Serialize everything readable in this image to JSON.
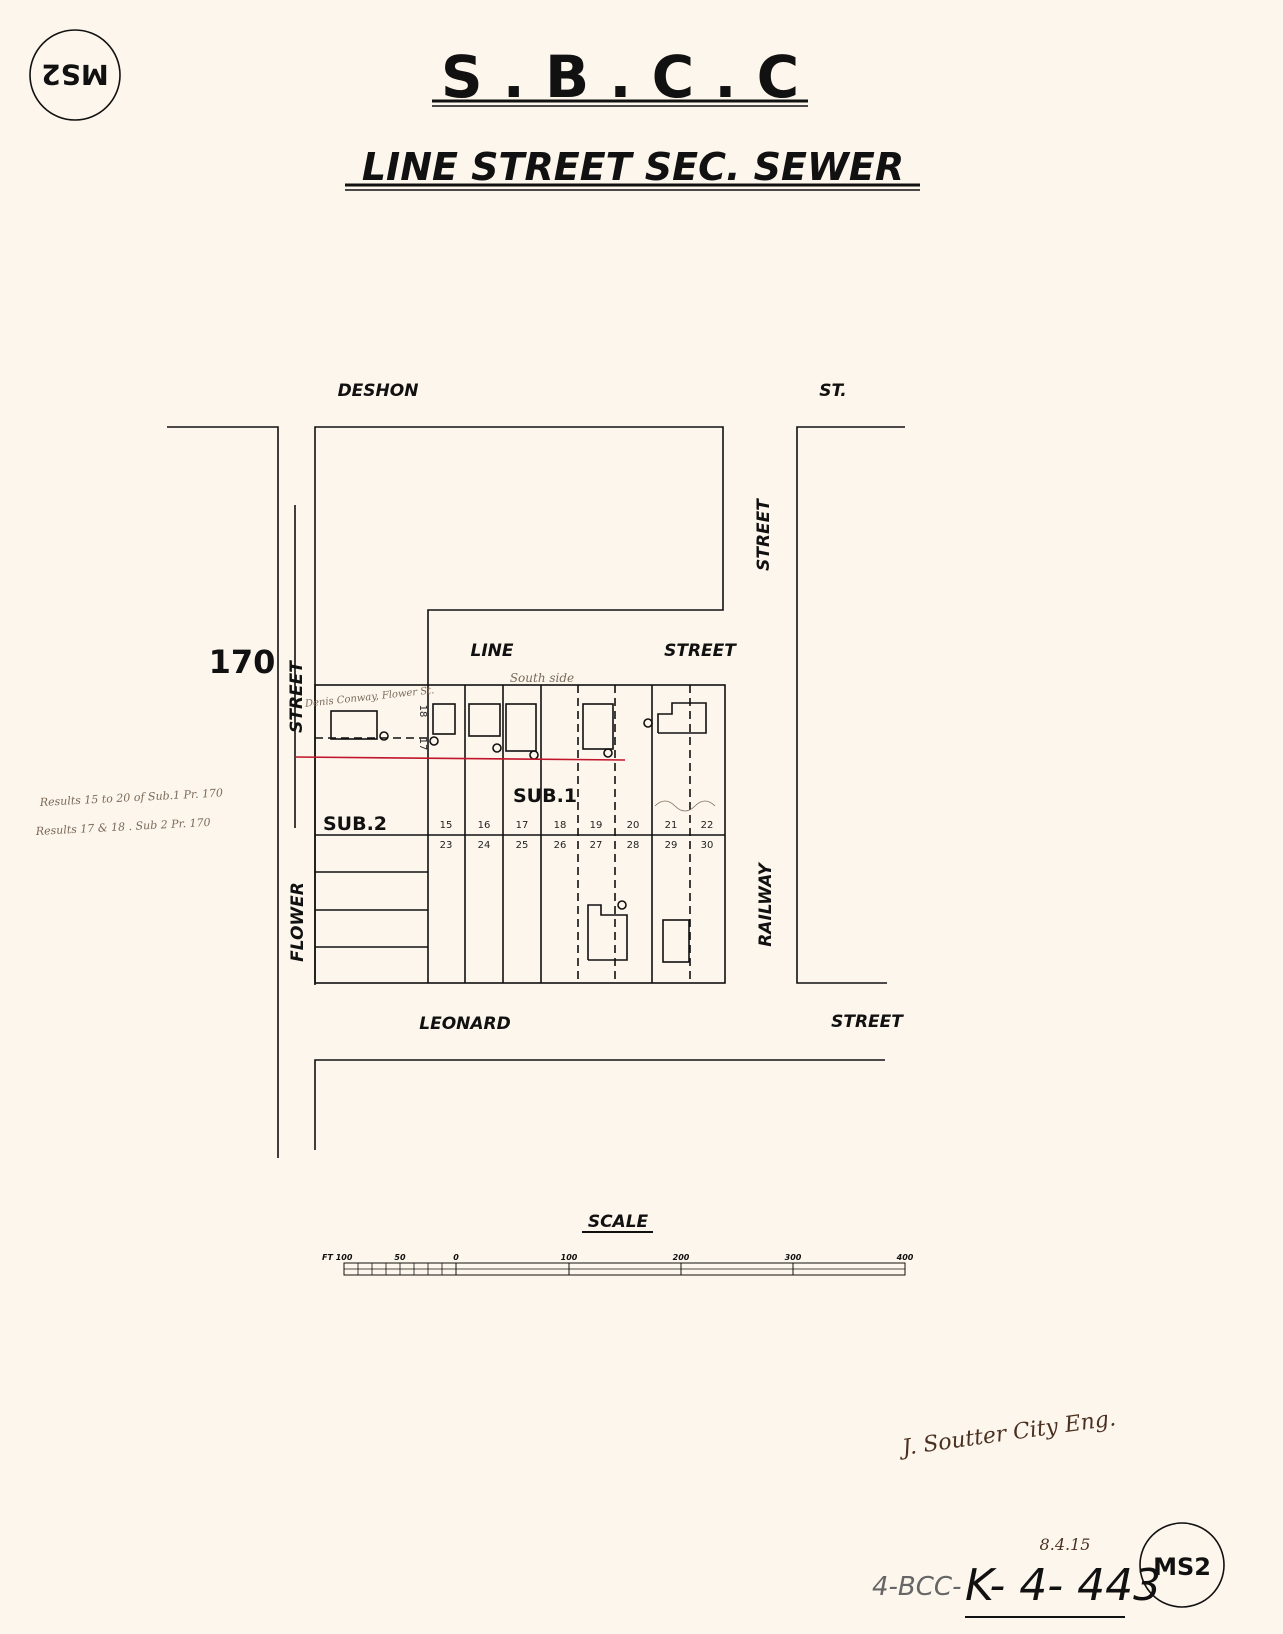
{
  "title": "S . B . C . C",
  "subtitle": "LINE STREET SEC. SEWER",
  "stamp_top": "MS2",
  "stamp_bottom": "MS2",
  "sheet_number": "170",
  "streets": {
    "deshon": "DESHON",
    "deshon_st": "ST.",
    "deshon_vertical_street": "STREET",
    "line": "LINE",
    "line_street": "STREET",
    "flower_street": "STREET",
    "flower": "FLOWER",
    "railway": "RAILWAY",
    "leonard": "LEONARD",
    "leonard_street": "STREET"
  },
  "subdivisions": {
    "sub1": "SUB.1",
    "sub2": "SUB.2"
  },
  "lots_top_row": [
    "15",
    "16",
    "17",
    "18",
    "19",
    "20",
    "21",
    "22"
  ],
  "lots_bottom_row": [
    "23",
    "24",
    "25",
    "26",
    "27",
    "28",
    "29",
    "30"
  ],
  "sub2_lots": [
    "17",
    "18"
  ],
  "annotations": {
    "south_side": "South side",
    "owner_conway": "Denis Conway, Flower St.",
    "margin_note_1": "Results 15 to 20 of Sub.1 Pr. 170",
    "margin_note_2": "Results 17 & 18 . Sub 2 Pr. 170"
  },
  "scale": {
    "label": "SCALE",
    "unit": "FT 100",
    "ticks": [
      "50",
      "0",
      "100",
      "200",
      "300",
      "400"
    ]
  },
  "signature": "J. Soutter City Eng.",
  "date": "8.4.15",
  "reference_prefix": "4-BCC-",
  "reference": "K- 4- 443",
  "colors": {
    "paper": "#fdf6ec",
    "ink": "#111111",
    "sewer_line": "#c0152a",
    "pencil": "#7a6a5a"
  }
}
